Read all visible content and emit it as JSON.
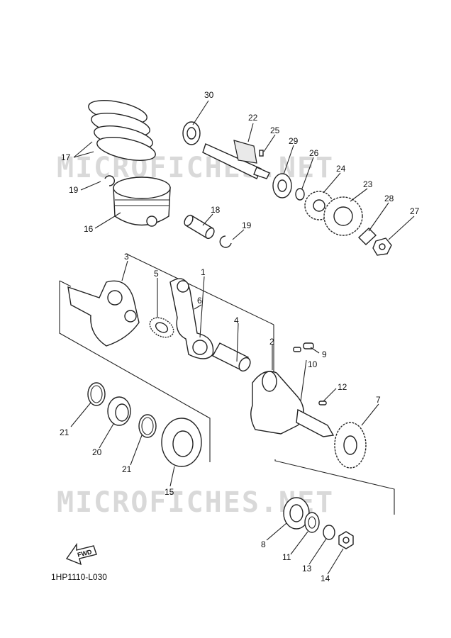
{
  "diagram": {
    "watermark_top": "MICROFICHES.NET",
    "watermark_bottom": "MICROFICHES.NET",
    "drawing_code": "1HP1110-L030",
    "fwd_arrow_label": "FWD"
  },
  "callouts": [
    {
      "id": "p30",
      "text": "30"
    },
    {
      "id": "p22",
      "text": "22"
    },
    {
      "id": "p25",
      "text": "25"
    },
    {
      "id": "p29",
      "text": "29"
    },
    {
      "id": "p26",
      "text": "26"
    },
    {
      "id": "p24",
      "text": "24"
    },
    {
      "id": "p23",
      "text": "23"
    },
    {
      "id": "p28",
      "text": "28"
    },
    {
      "id": "p27",
      "text": "27"
    },
    {
      "id": "p17",
      "text": "17"
    },
    {
      "id": "p19a",
      "text": "19"
    },
    {
      "id": "p16",
      "text": "16"
    },
    {
      "id": "p18",
      "text": "18"
    },
    {
      "id": "p19b",
      "text": "19"
    },
    {
      "id": "p3",
      "text": "3"
    },
    {
      "id": "p5",
      "text": "5"
    },
    {
      "id": "p1",
      "text": "1"
    },
    {
      "id": "p6",
      "text": "6"
    },
    {
      "id": "p4",
      "text": "4"
    },
    {
      "id": "p2",
      "text": "2"
    },
    {
      "id": "p9",
      "text": "9"
    },
    {
      "id": "p10",
      "text": "10"
    },
    {
      "id": "p12",
      "text": "12"
    },
    {
      "id": "p7",
      "text": "7"
    },
    {
      "id": "p21a",
      "text": "21"
    },
    {
      "id": "p20",
      "text": "20"
    },
    {
      "id": "p21b",
      "text": "21"
    },
    {
      "id": "p15",
      "text": "15"
    },
    {
      "id": "p8",
      "text": "8"
    },
    {
      "id": "p11",
      "text": "11"
    },
    {
      "id": "p13",
      "text": "13"
    },
    {
      "id": "p14",
      "text": "14"
    }
  ]
}
